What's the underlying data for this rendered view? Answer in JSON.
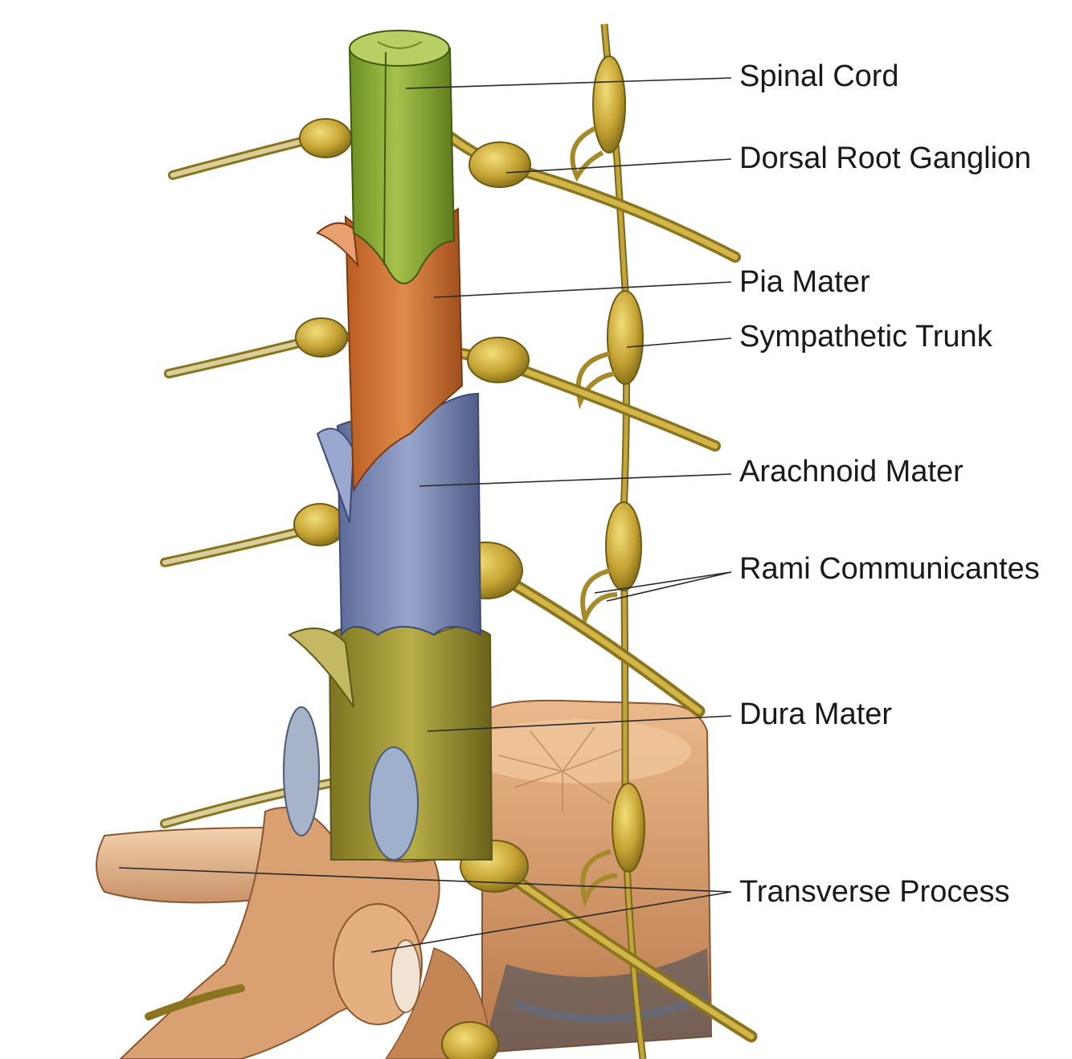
{
  "labels": {
    "spinal_cord": "Spinal Cord",
    "dorsal_root_ganglion": "Dorsal Root Ganglion",
    "pia_mater": "Pia Mater",
    "sympathetic_trunk": "Sympathetic Trunk",
    "arachnoid_mater": "Arachnoid Mater",
    "rami_communicantes": "Rami Communicantes",
    "dura_mater": "Dura Mater",
    "transverse_process": "Transverse Process"
  },
  "colors": {
    "spinal_cord": "#8fb03c",
    "pia_mater": "#d0763a",
    "arachnoid_mater": "#7e8cb4",
    "dura_mater": "#a59a3a",
    "ganglion": "#c9a93a",
    "bone": "#d9a274",
    "leader_line": "#2a2a2a"
  }
}
